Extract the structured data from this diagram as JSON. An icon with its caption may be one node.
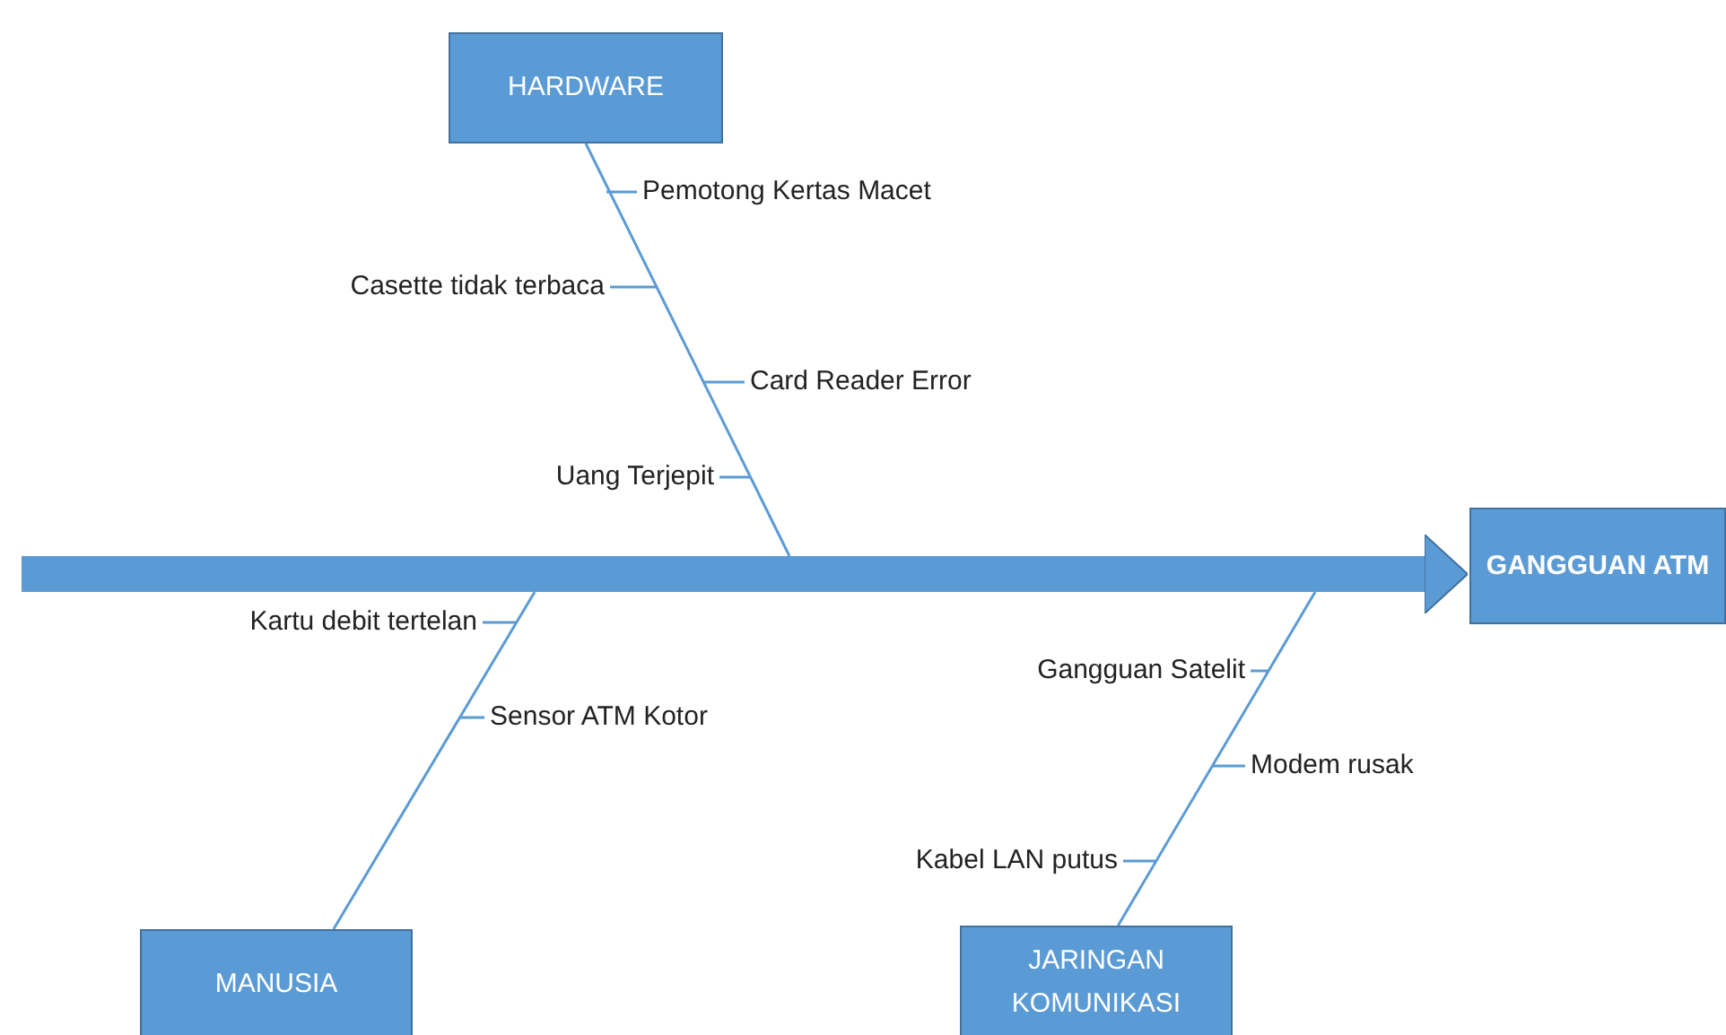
{
  "diagram": {
    "nodes": [
      {
        "text": [
          "HARDWARE"
        ]
      },
      {
        "text": [
          "Pemotong Kertas Macet"
        ]
      },
      {
        "text": [
          "Casette tidak terbaca"
        ]
      },
      {
        "text": [
          "Card Reader Error"
        ]
      },
      {
        "text": [
          "Uang Terjepit"
        ]
      },
      {
        "text": [
          "GANGGUAN ATM"
        ]
      },
      {
        "text": [
          "Kartu debit tertelan"
        ]
      },
      {
        "text": [
          "Gangguan Satelit"
        ]
      },
      {
        "text": [
          "Sensor ATM Kotor"
        ]
      },
      {
        "text": [
          "Modem rusak"
        ]
      },
      {
        "text": [
          "Kabel LAN putus"
        ]
      },
      {
        "text": [
          "MANUSIA"
        ]
      },
      {
        "text": [
          "JARINGAN KOMUNIKASI"
        ]
      }
    ],
    "edges": [
      {
        "from": null,
        "to": 5,
        "arrow": "to",
        "style": "thick"
      },
      {
        "from": 0,
        "to": null,
        "arrow": "none"
      },
      {
        "from": 11,
        "to": null,
        "arrow": "none"
      },
      {
        "from": 12,
        "to": null,
        "arrow": "none"
      },
      {
        "from": 1,
        "to": null,
        "arrow": "none"
      },
      {
        "from": 2,
        "to": null,
        "arrow": "none"
      },
      {
        "from": 3,
        "to": null,
        "arrow": "none"
      },
      {
        "from": 4,
        "to": null,
        "arrow": "none"
      },
      {
        "from": 6,
        "to": null,
        "arrow": "none"
      },
      {
        "from": 7,
        "to": null,
        "arrow": "none"
      },
      {
        "from": 8,
        "to": null,
        "arrow": "none"
      },
      {
        "from": 9,
        "to": null,
        "arrow": "none"
      },
      {
        "from": 10,
        "to": null,
        "arrow": "none"
      }
    ]
  }
}
